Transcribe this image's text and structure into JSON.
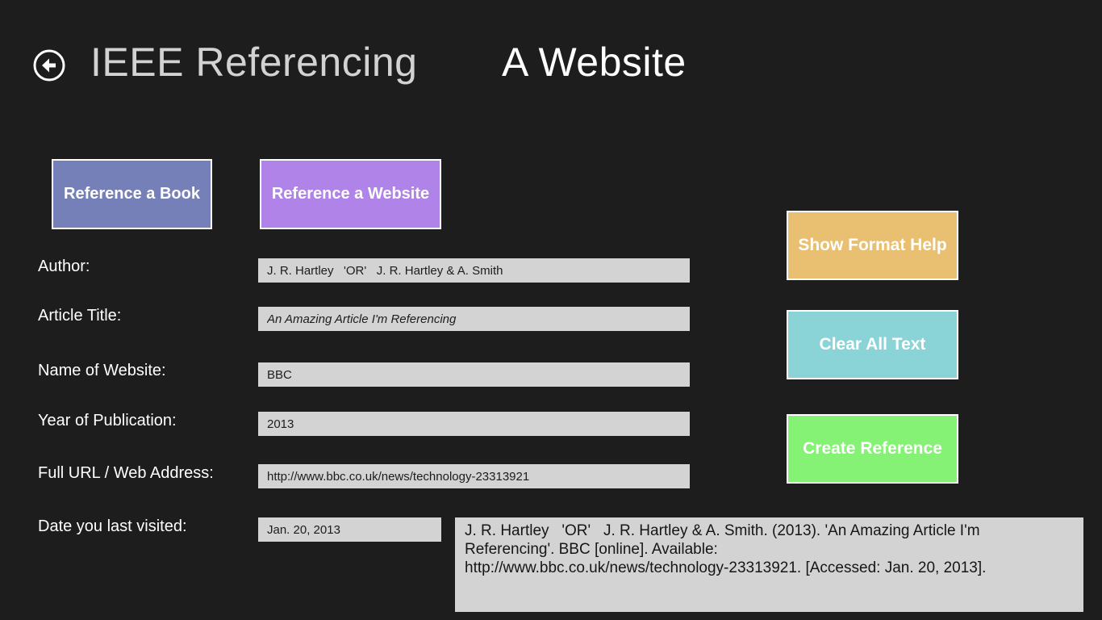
{
  "header": {
    "app_title": "IEEE Referencing",
    "page_title": "A Website",
    "back_icon": "back-arrow"
  },
  "tabs": [
    {
      "label": "Reference a Book",
      "color": "#7680b8"
    },
    {
      "label": "Reference a Website",
      "color": "#b083e9"
    }
  ],
  "form": {
    "fields": [
      {
        "label": "Author:",
        "value": "J. R. Hartley   'OR'   J. R. Hartley & A. Smith"
      },
      {
        "label": "Article Title:",
        "value": "An Amazing Article I'm Referencing"
      },
      {
        "label": "Name of Website:",
        "value": "BBC"
      },
      {
        "label": "Year of Publication:",
        "value": "2013"
      },
      {
        "label": "Full URL / Web Address:",
        "value": "http://www.bbc.co.uk/news/technology-23313921"
      },
      {
        "label": "Date you last visited:",
        "value": "Jan. 20, 2013"
      }
    ]
  },
  "actions": [
    {
      "label": "Show Format Help",
      "color": "#e9bf72"
    },
    {
      "label": "Clear All Text",
      "color": "#8ad4d8"
    },
    {
      "label": "Create Reference",
      "color": "#85f175"
    }
  ],
  "output": {
    "reference_text": "J. R. Hartley   'OR'   J. R. Hartley & A. Smith. (2013). 'An Amazing Article I'm\nReferencing'. BBC [online]. Available:\nhttp://www.bbc.co.uk/news/technology-23313921. [Accessed: Jan. 20, 2013]."
  },
  "theme": {
    "background": "#1d1d1d",
    "field_background": "#d3d3d3",
    "text_on_dark": "#ffffff"
  }
}
